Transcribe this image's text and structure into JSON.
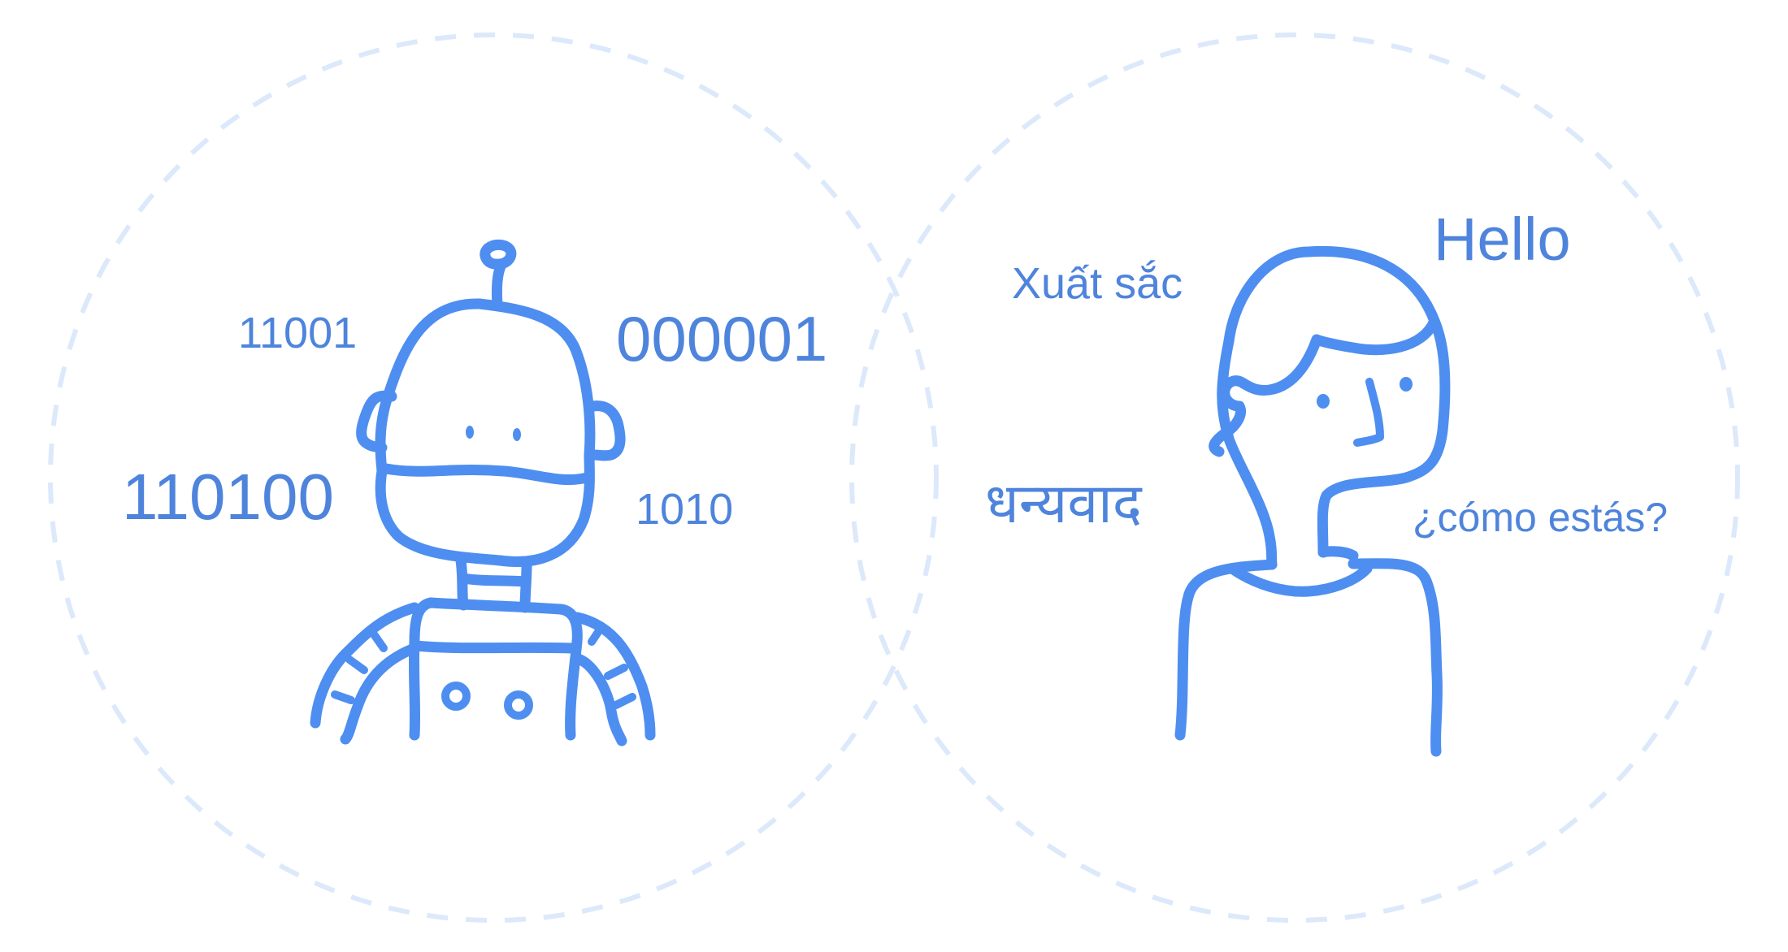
{
  "colors": {
    "line": "#4e8ef0",
    "text": "#4e84dc",
    "circle": "#dce9fb"
  },
  "robot": {
    "binary": [
      "11001",
      "000001",
      "110100",
      "1010"
    ]
  },
  "human": {
    "words": [
      "Xuất sắc",
      "Hello",
      "धन्यवाद",
      "¿cómo estás?"
    ]
  }
}
